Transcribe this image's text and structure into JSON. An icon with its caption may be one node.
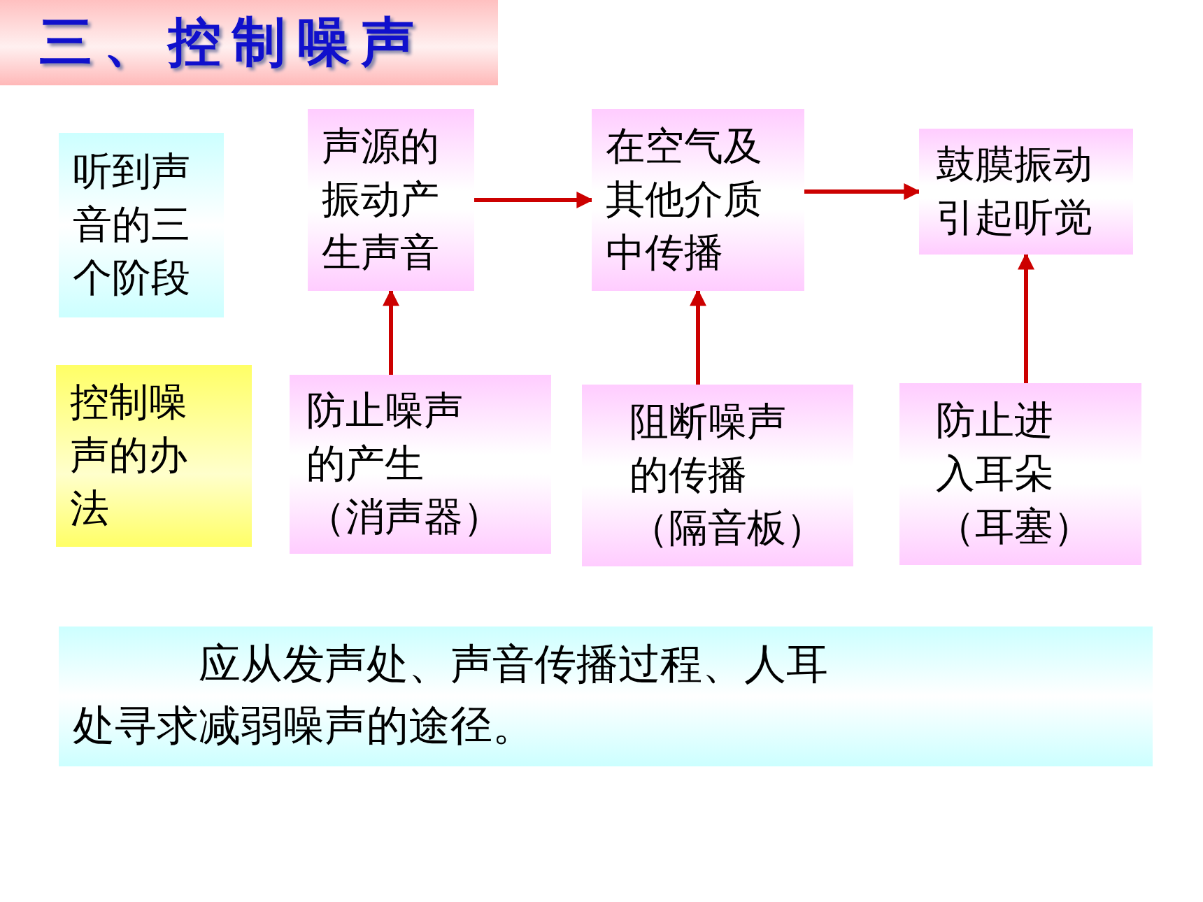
{
  "diagram": {
    "title": "三、控制噪声",
    "nodes": [
      {
        "text": [
          "听到声音的三个阶段"
        ]
      },
      {
        "text": [
          "声源的振动产生声音"
        ]
      },
      {
        "text": [
          "在空气及其他介质中传播"
        ]
      },
      {
        "text": [
          "鼓膜振动引起听觉"
        ]
      },
      {
        "text": [
          "控制噪声的办法"
        ]
      },
      {
        "text": [
          "防止噪声的产生",
          "（消声器）"
        ]
      },
      {
        "text": [
          "阻断噪声的传播",
          "（隔音板）"
        ]
      },
      {
        "text": [
          "防止进入耳朵",
          "（耳塞）"
        ]
      },
      {
        "text": [
          "应从发声处、声音传播过程、人耳处寻求减弱噪声的途径。"
        ]
      }
    ],
    "edges": [
      {
        "from": 1,
        "to": 2,
        "arrow": "to",
        "color": "#cc0000"
      },
      {
        "from": 2,
        "to": 3,
        "arrow": "to",
        "color": "#cc0000"
      },
      {
        "from": 5,
        "to": 1,
        "arrow": "to",
        "color": "#cc0000"
      },
      {
        "from": 6,
        "to": 2,
        "arrow": "to",
        "color": "#cc0000"
      },
      {
        "from": 7,
        "to": 3,
        "arrow": "to",
        "color": "#cc0000"
      }
    ]
  }
}
